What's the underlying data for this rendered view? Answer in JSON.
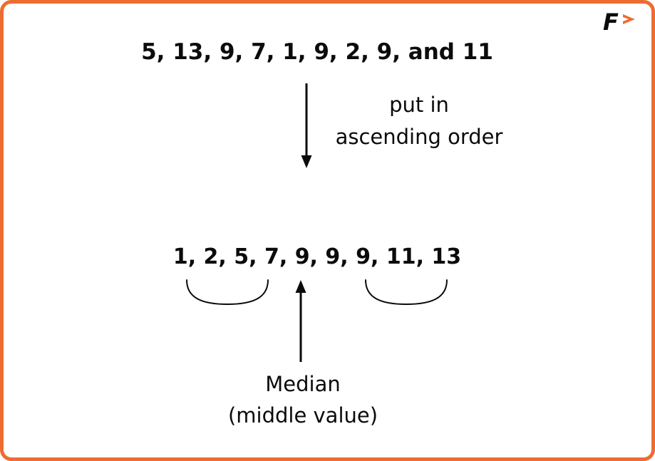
{
  "colors": {
    "accent": "#ED6C2F",
    "text": "#0b0b0b"
  },
  "top_list": "5, 13, 9, 7, 1, 9, 2, 9, and 11",
  "ascending_label": {
    "line1": "put in",
    "line2": "ascending order"
  },
  "sorted_list": "1, 2, 5, 7, 9, 9, 9, 11, 13",
  "median_label": {
    "line1": "Median",
    "line2": "(middle value)"
  },
  "logo": {
    "letter": "F"
  }
}
